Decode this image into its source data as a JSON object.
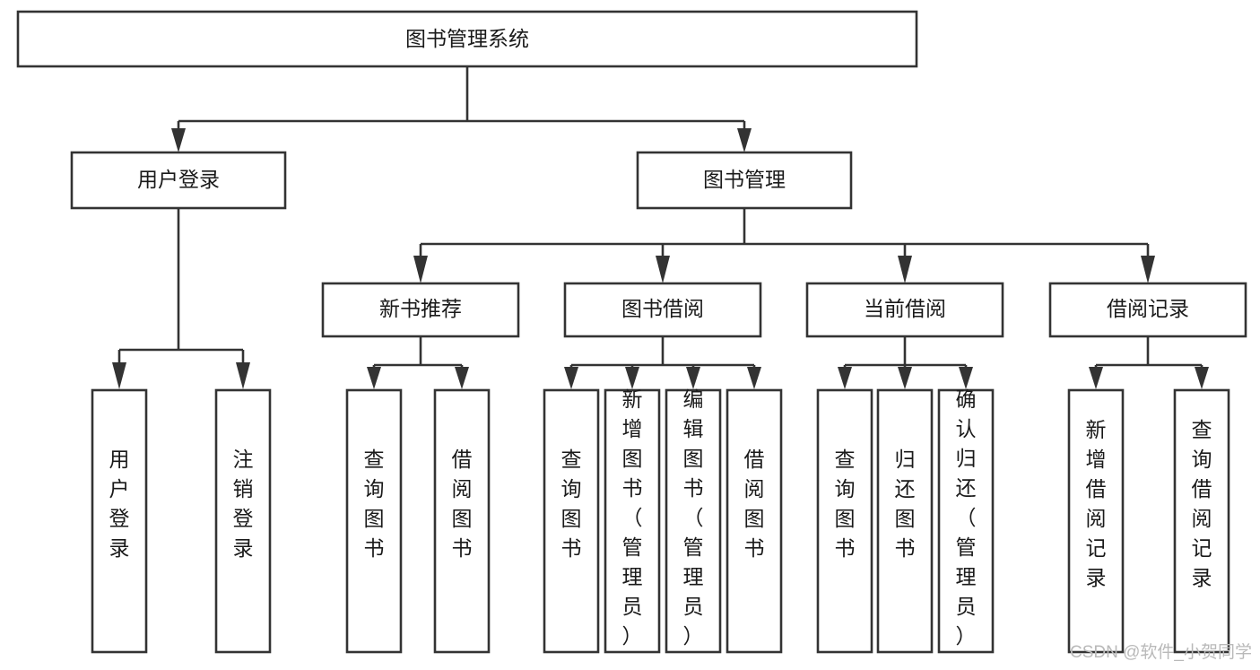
{
  "diagram": {
    "type": "tree-hierarchy",
    "title": "图书管理系统",
    "background_color": "#ffffff",
    "box_stroke_color": "#333333",
    "box_fill_color": "#ffffff",
    "text_color": "#1a1a1a",
    "levels": [
      {
        "level": 1,
        "orientation": "horizontal",
        "nodes": [
          {
            "id": "root",
            "label": "图书管理系统"
          }
        ]
      },
      {
        "level": 2,
        "orientation": "horizontal",
        "nodes": [
          {
            "id": "login",
            "label": "用户登录",
            "parent": "root"
          },
          {
            "id": "bookmgmt",
            "label": "图书管理",
            "parent": "root"
          }
        ]
      },
      {
        "level": 3,
        "orientation": "horizontal",
        "nodes": [
          {
            "id": "newbook",
            "label": "新书推荐",
            "parent": "bookmgmt"
          },
          {
            "id": "borrow",
            "label": "图书借阅",
            "parent": "bookmgmt"
          },
          {
            "id": "current",
            "label": "当前借阅",
            "parent": "bookmgmt"
          },
          {
            "id": "record",
            "label": "借阅记录",
            "parent": "bookmgmt"
          }
        ]
      },
      {
        "level": 4,
        "orientation": "vertical",
        "nodes": [
          {
            "id": "leaf1",
            "label": "用户登录",
            "parent": "login"
          },
          {
            "id": "leaf2",
            "label": "注销登录",
            "parent": "login"
          },
          {
            "id": "leaf3",
            "label": "查询图书",
            "parent": "newbook"
          },
          {
            "id": "leaf4",
            "label": "借阅图书",
            "parent": "newbook"
          },
          {
            "id": "leaf5",
            "label": "查询图书",
            "parent": "borrow"
          },
          {
            "id": "leaf6",
            "label": "新增图书（管理员）",
            "parent": "borrow"
          },
          {
            "id": "leaf7",
            "label": "编辑图书（管理员）",
            "parent": "borrow"
          },
          {
            "id": "leaf8",
            "label": "借阅图书",
            "parent": "borrow"
          },
          {
            "id": "leaf9",
            "label": "查询图书",
            "parent": "current"
          },
          {
            "id": "leaf10",
            "label": "归还图书",
            "parent": "current"
          },
          {
            "id": "leaf11",
            "label": "确认归还（管理员）",
            "parent": "current"
          },
          {
            "id": "leaf12",
            "label": "新增借阅记录",
            "parent": "record"
          },
          {
            "id": "leaf13",
            "label": "查询借阅记录",
            "parent": "record"
          }
        ]
      }
    ]
  },
  "watermark": {
    "text": "CSDN @软件_小贺同学",
    "color": "#b9b9b9"
  }
}
